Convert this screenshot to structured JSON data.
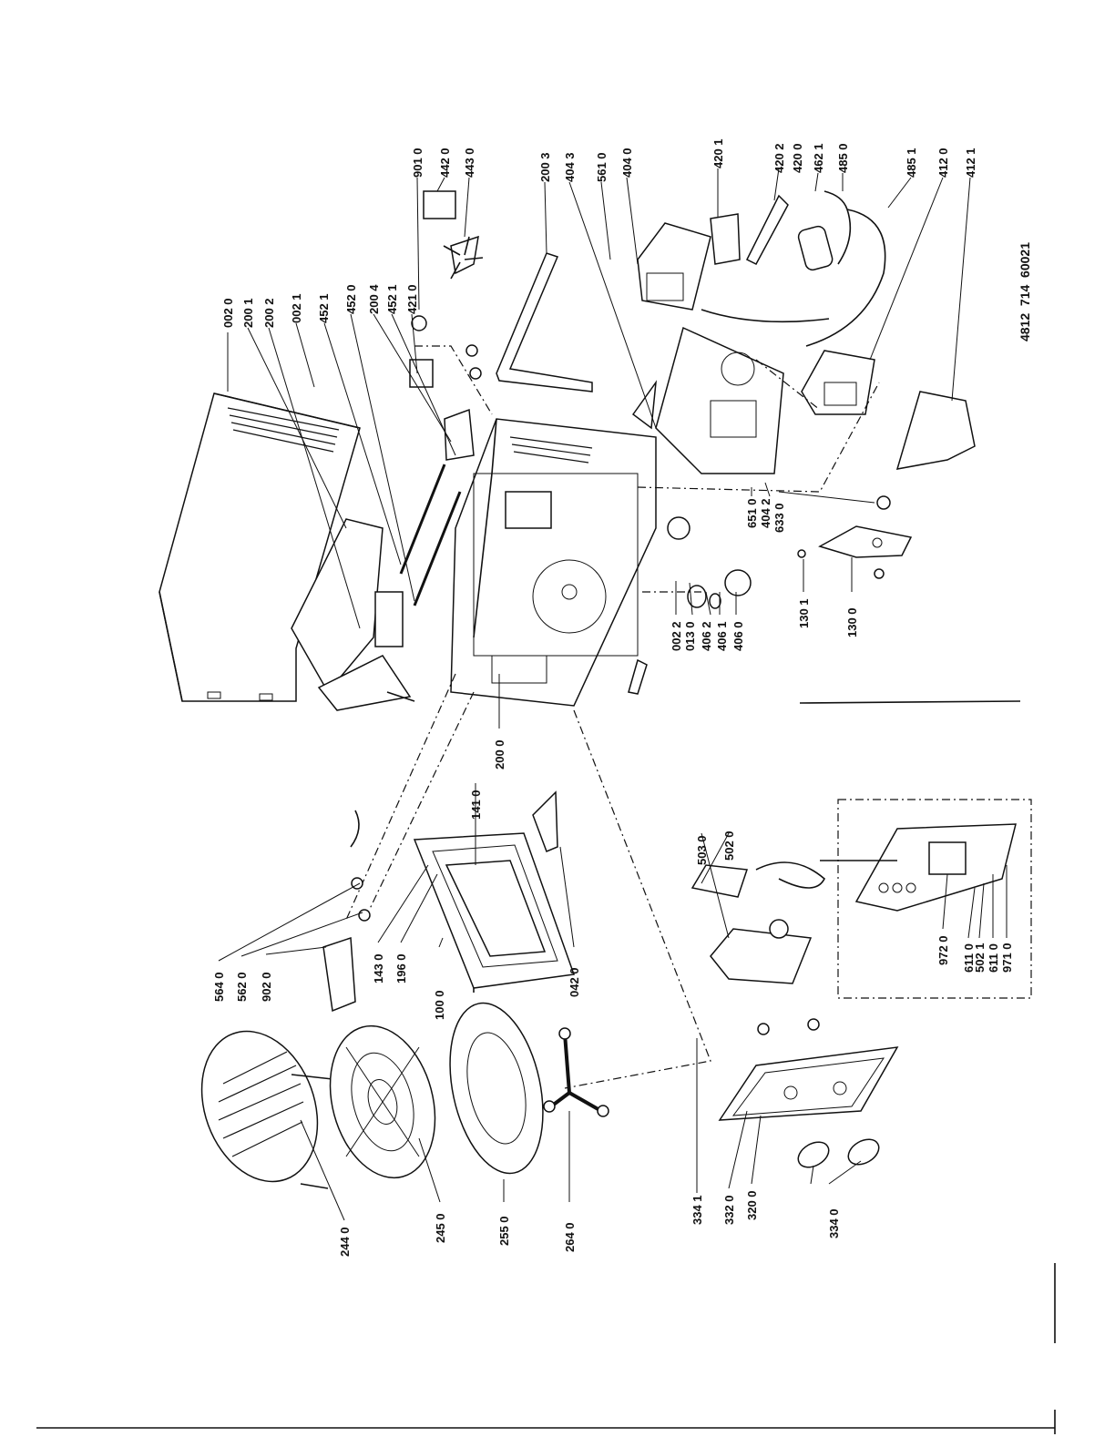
{
  "document_number": "4812  714  60021",
  "part_labels": {
    "p0020": "002 0",
    "p2001": "200 1",
    "p2002": "200 2",
    "p0021": "002 1",
    "p4521a": "452 1",
    "p4520": "452 0",
    "p2004": "200 4",
    "p4521b": "452 1",
    "p4210": "421 0",
    "p9010": "901 0",
    "p4420": "442 0",
    "p4430": "443 0",
    "p2003": "200 3",
    "p4043": "404 3",
    "p5610": "561 0",
    "p4040": "404 0",
    "p4201": "420 1",
    "p4202": "420 2",
    "p4200": "420 0",
    "p4621": "462 1",
    "p4850": "485 0",
    "p4851": "485 1",
    "p4120": "412 0",
    "p4121": "412 1",
    "p6510": "651 0",
    "p4042": "404 2",
    "p6330": "633 0",
    "p0022": "002 2",
    "p0130": "013 0",
    "p4062": "406 2",
    "p4061": "406 1",
    "p4060": "406 0",
    "p1301": "130 1",
    "p1300": "130 0",
    "p2000": "200 0",
    "p1410": "141 0",
    "p5640": "564 0",
    "p5620": "562 0",
    "p9020": "902 0",
    "p1430": "143 0",
    "p1960": "196 0",
    "p1000": "100 0",
    "p0420": "042 0",
    "p5030": "503 0",
    "p5020": "502 0",
    "p9720": "972 0",
    "p6110a": "611 0",
    "p5021": "502 1",
    "p6110b": "611 0",
    "p9710": "971 0",
    "p2440": "244 0",
    "p2450": "245 0",
    "p2550": "255 0",
    "p2640": "264 0",
    "p3341": "334 1",
    "p3320": "332 0",
    "p3200": "320 0",
    "p3340": "334 0"
  }
}
